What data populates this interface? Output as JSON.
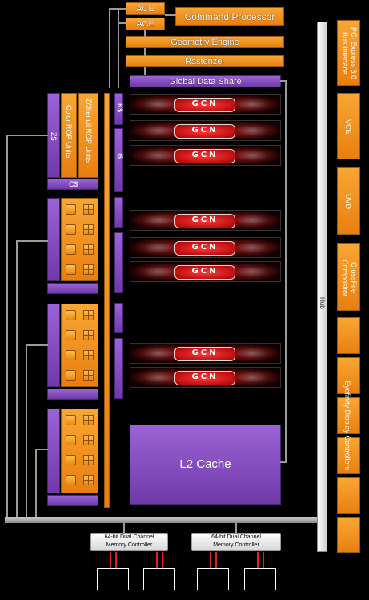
{
  "front_end": {
    "ace_top": "ACE",
    "ace_bottom": "ACE",
    "command_processor": "Command Processor",
    "geometry_engine": "Geometry Engine",
    "rasterizer": "Rasterizer",
    "global_data_share": "Global Data Share"
  },
  "gcn_label": "GCN",
  "cache_labels": {
    "k_cache": "K$",
    "i_cache": "I$",
    "z_cache": "Z$",
    "c_cache": "C$"
  },
  "rop": {
    "color_rop_units": "Color ROP Units",
    "z_stencil_rop_units": "Z/Stencil ROP Units"
  },
  "l2_cache": "L2 Cache",
  "hub": "Hub",
  "right_blocks": {
    "pci_express": "PCI Express 3.0 Bus Interface",
    "vce": "VCE",
    "uvd": "UVD",
    "crossfire": "CrossFire Compositor",
    "eyefinity": "Eyefinity Display Controllers"
  },
  "memory_controllers": [
    {
      "line1": "64-bit Dual Channel",
      "line2": "Memory Controller"
    },
    {
      "line1": "64-bit Dual Channel",
      "line2": "Memory Controller"
    }
  ]
}
